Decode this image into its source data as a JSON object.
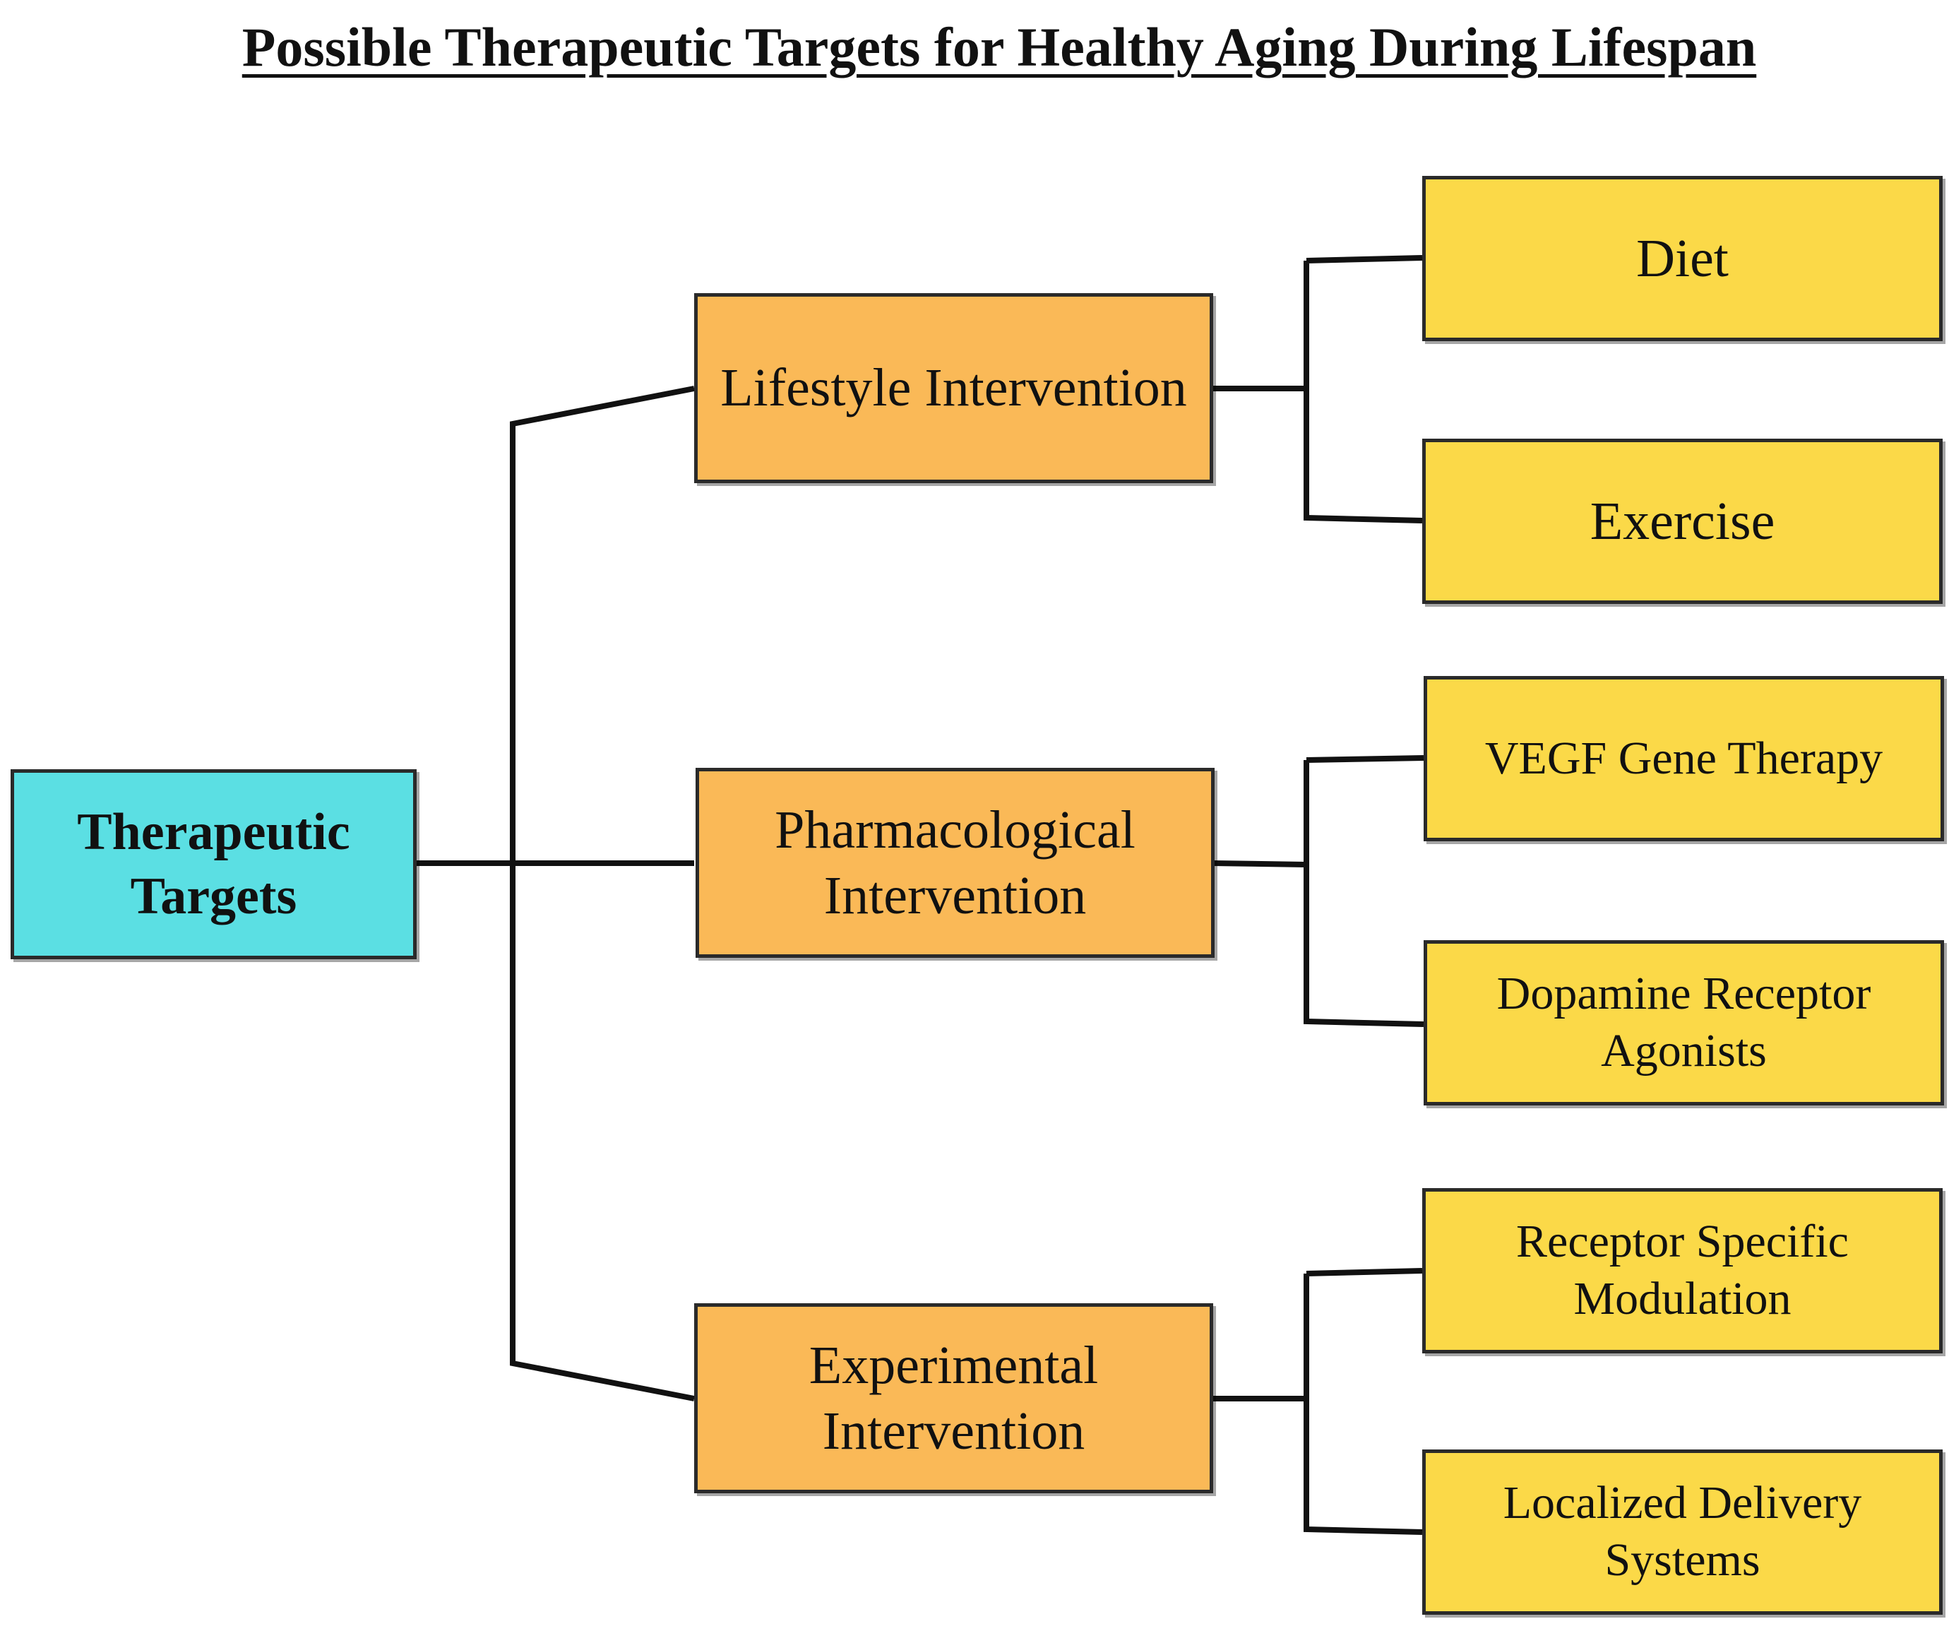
{
  "title": "Possible Therapeutic Targets for Healthy Aging During Lifespan",
  "root": {
    "label": "Therapeutic Targets"
  },
  "branches": [
    {
      "label": "Lifestyle Intervention",
      "children": [
        {
          "label": "Diet"
        },
        {
          "label": "Exercise"
        }
      ]
    },
    {
      "label": "Pharmacological Intervention",
      "children": [
        {
          "label": "VEGF Gene Therapy"
        },
        {
          "label": "Dopamine Receptor Agonists"
        }
      ]
    },
    {
      "label": "Experimental Intervention",
      "children": [
        {
          "label": "Receptor Specific Modulation"
        },
        {
          "label": "Localized Delivery Systems"
        }
      ]
    }
  ],
  "colors": {
    "root": "#5bdfe3",
    "intervention": "#fab957",
    "target": "#fbd948",
    "line": "#111111"
  }
}
